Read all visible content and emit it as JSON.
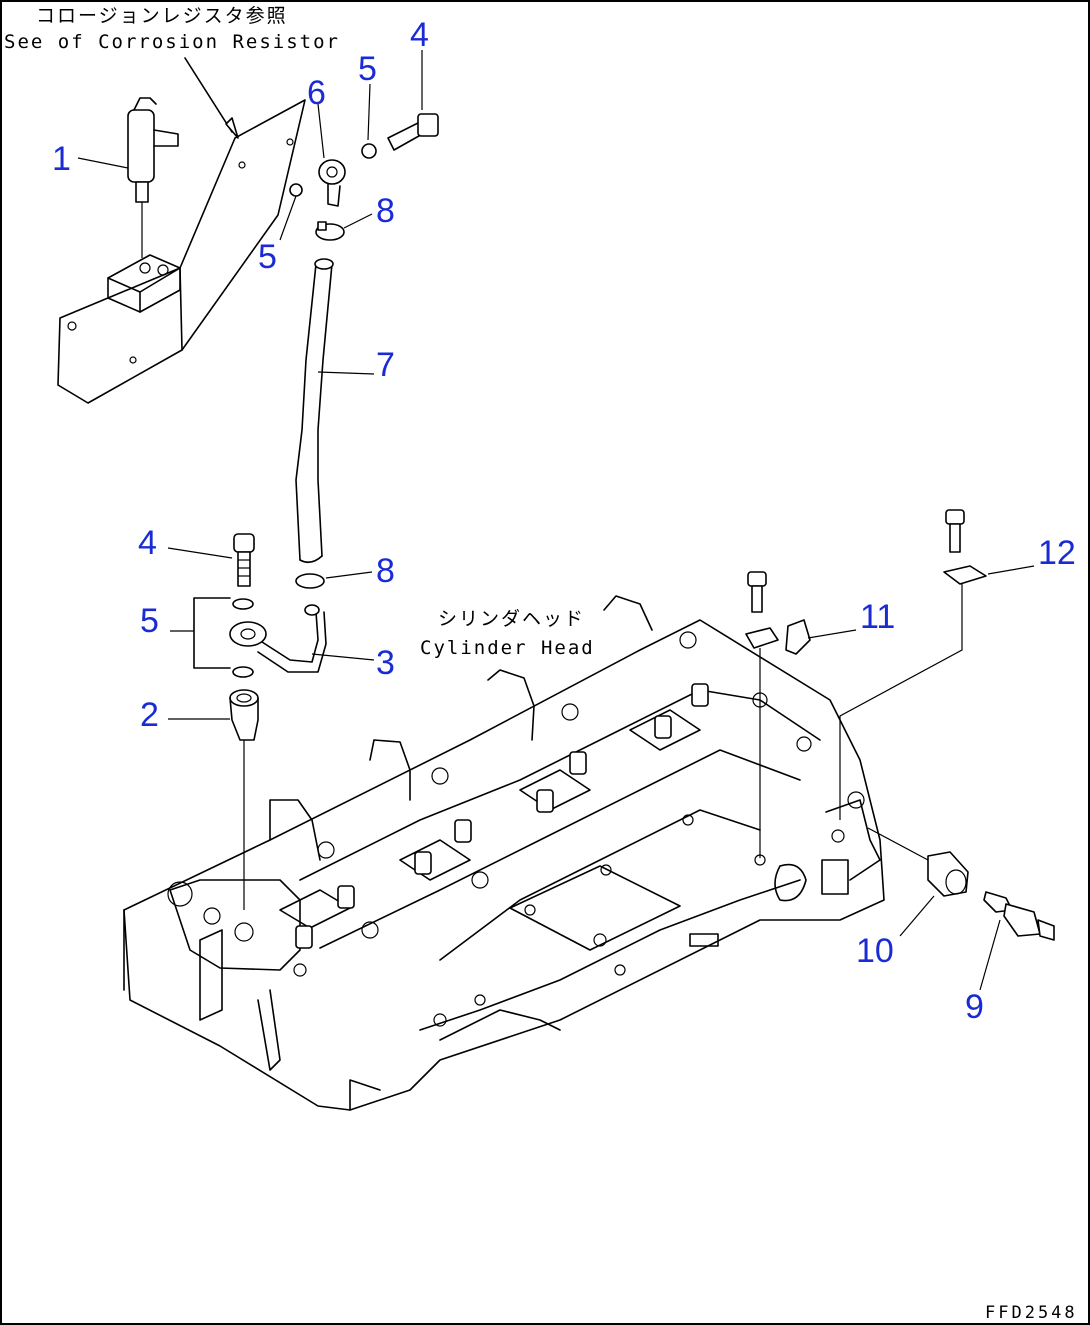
{
  "notes": {
    "corrosion_jp": "コロージョンレジスタ参照",
    "corrosion_en": "See of Corrosion Resistor",
    "head_jp": "シリンダヘッド",
    "head_en": "Cylinder Head"
  },
  "drawing_code": "FFD2548",
  "callouts": [
    {
      "id": "c1",
      "label": "1"
    },
    {
      "id": "c2",
      "label": "2"
    },
    {
      "id": "c3",
      "label": "3"
    },
    {
      "id": "c4a",
      "label": "4"
    },
    {
      "id": "c4b",
      "label": "4"
    },
    {
      "id": "c5a",
      "label": "5"
    },
    {
      "id": "c5b",
      "label": "5"
    },
    {
      "id": "c5c",
      "label": "5"
    },
    {
      "id": "c6",
      "label": "6"
    },
    {
      "id": "c7",
      "label": "7"
    },
    {
      "id": "c8a",
      "label": "8"
    },
    {
      "id": "c8b",
      "label": "8"
    },
    {
      "id": "c9",
      "label": "9"
    },
    {
      "id": "c10",
      "label": "10"
    },
    {
      "id": "c11",
      "label": "11"
    },
    {
      "id": "c12",
      "label": "12"
    }
  ],
  "colors": {
    "callout": "#1a2bd6",
    "line": "#000000"
  }
}
